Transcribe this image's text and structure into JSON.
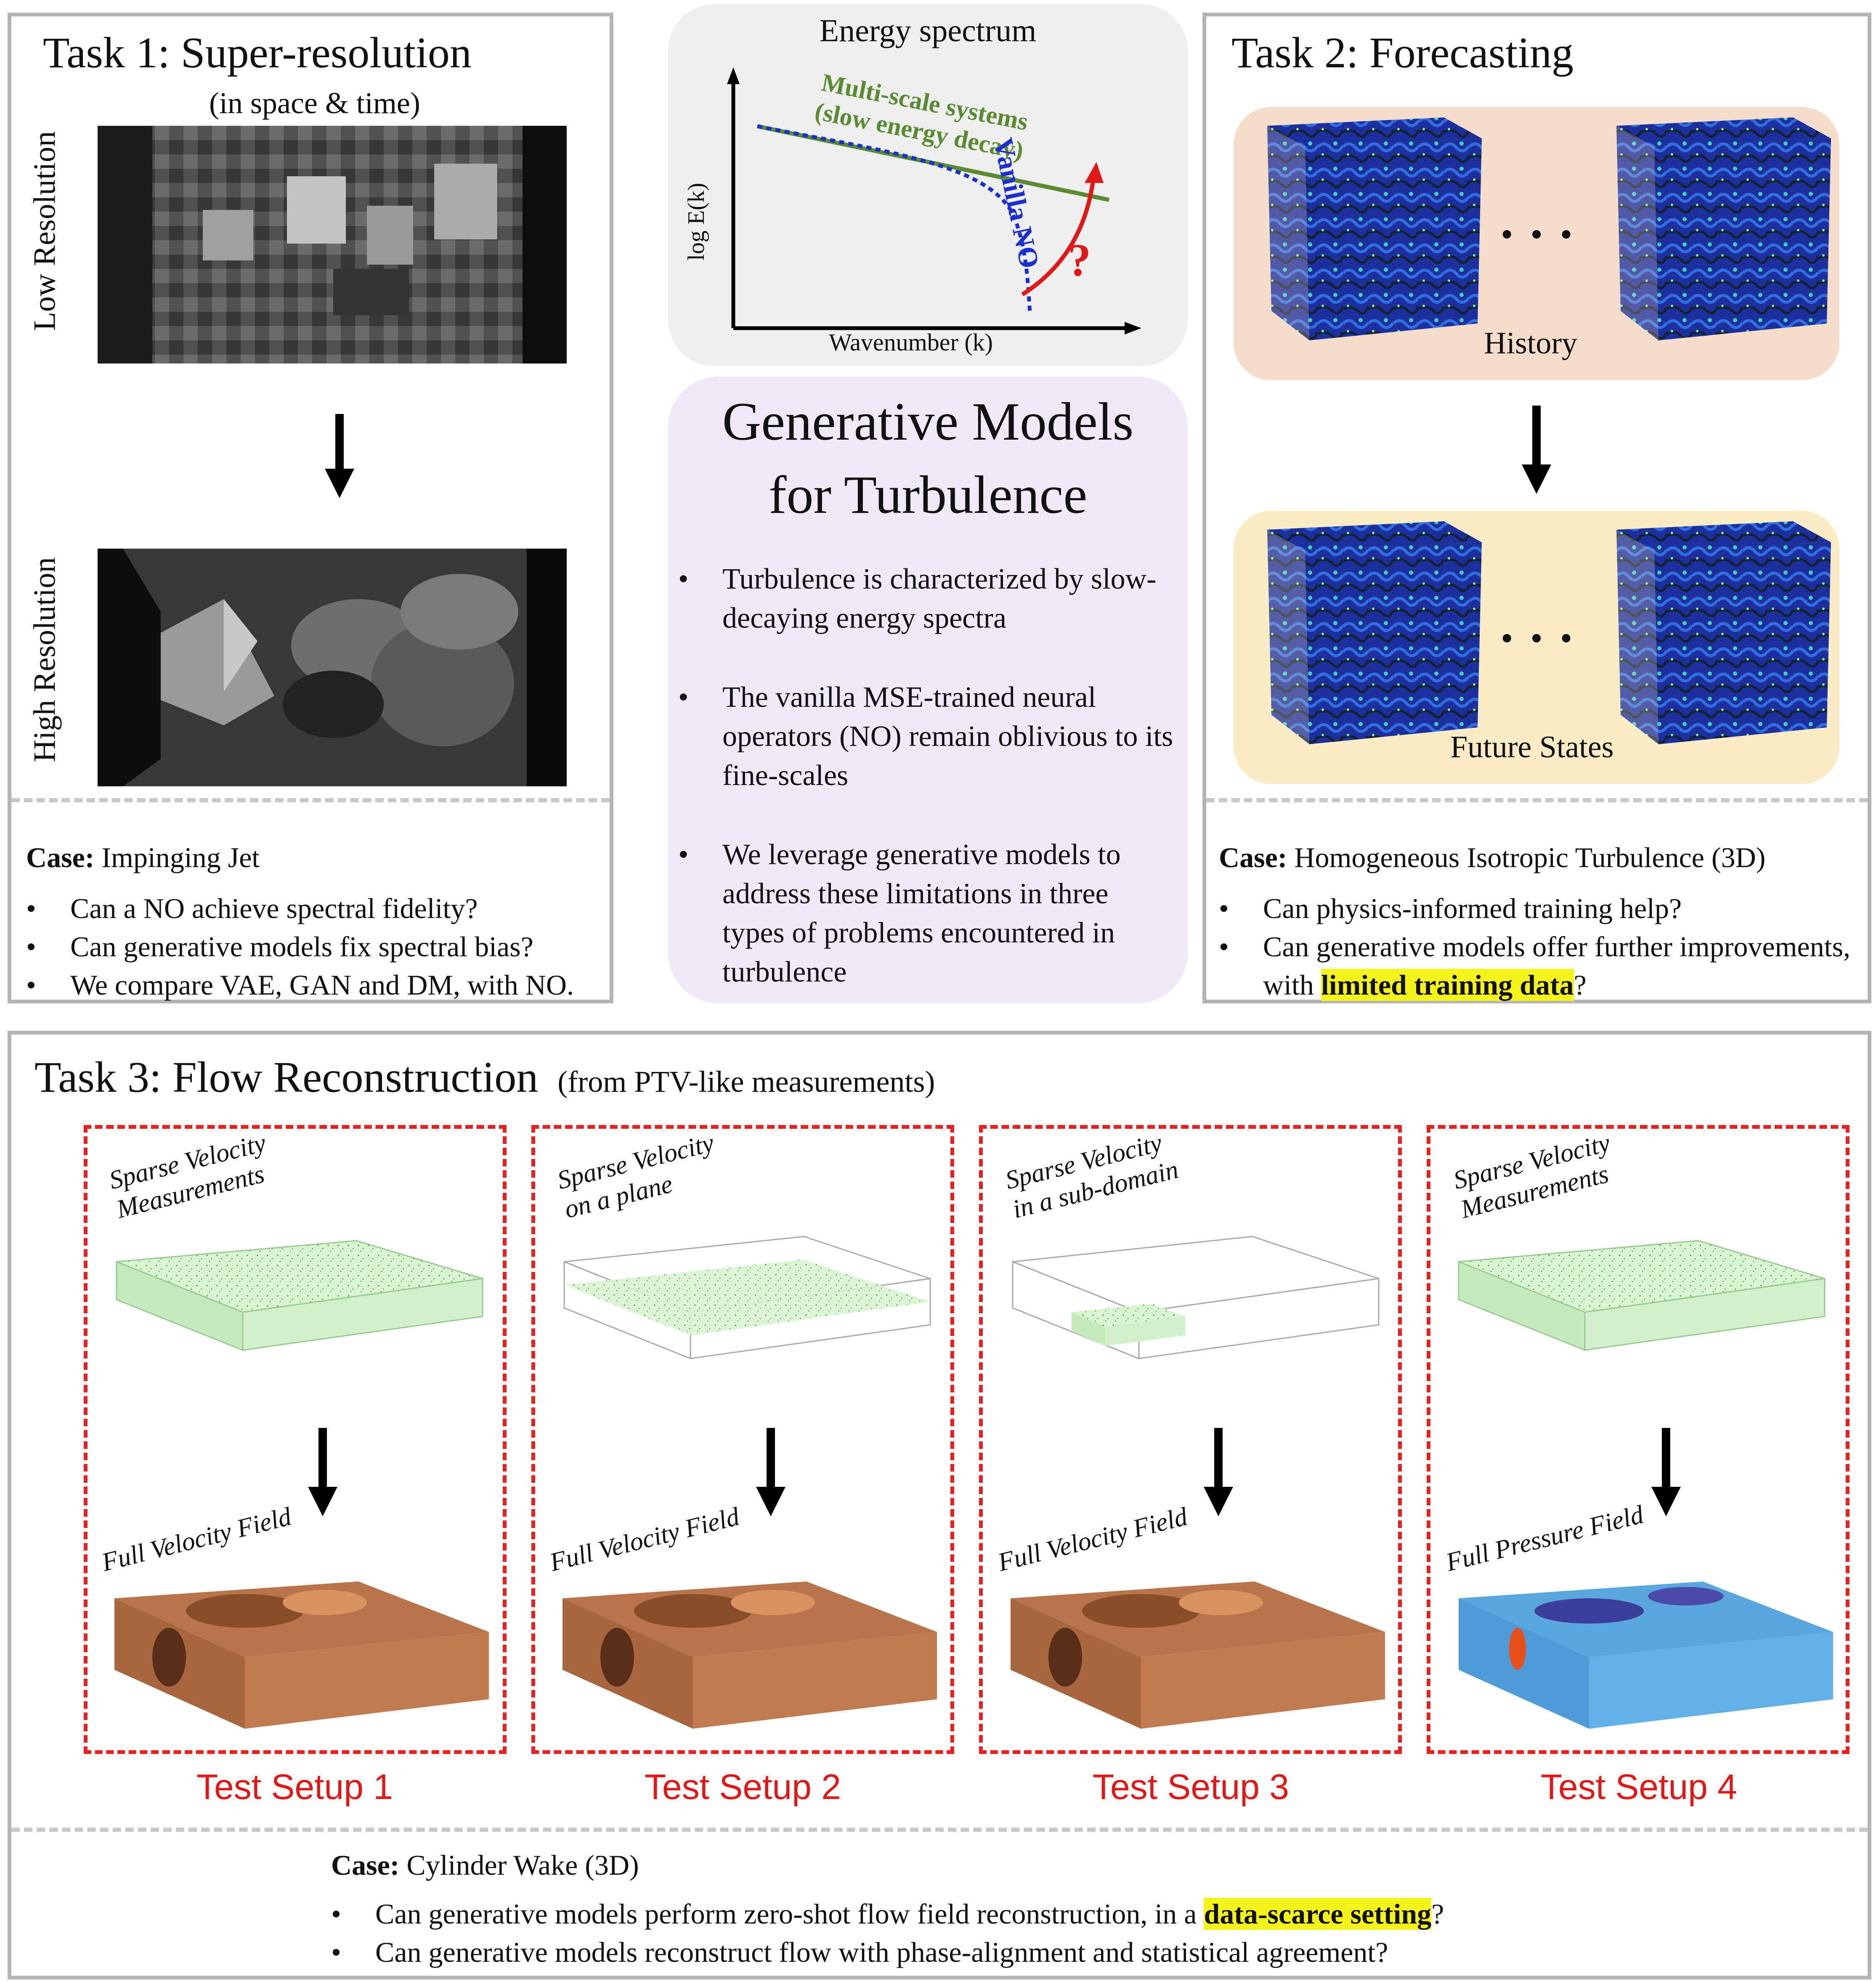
{
  "task1": {
    "title": "Task 1: Super-resolution",
    "subtitle": "(in space & time)",
    "low_label": "Low Resolution",
    "high_label": "High Resolution",
    "case_prefix": "Case:",
    "case_name": " Impinging Jet",
    "bullets": [
      "Can a NO achieve spectral fidelity?",
      "Can generative models fix spectral bias?",
      "We compare VAE, GAN and DM, with NO."
    ]
  },
  "spectrum": {
    "title": "Energy spectrum",
    "ylabel": "log E(k)",
    "xlabel": "Wavenumber (k)",
    "green_label_1": "Multi-scale systems",
    "green_label_2": "(slow energy decay)",
    "blue_label": "Vanilla NO",
    "question": "?",
    "green_color": "#5a8a32",
    "blue_color": "#1a2fd0",
    "red_color": "#e01818"
  },
  "center": {
    "title_1": "Generative Models",
    "title_2": "for Turbulence",
    "bullets": [
      "Turbulence is characterized by slow-decaying energy spectra",
      "The vanilla MSE-trained neural operators (NO) remain oblivious to its fine-scales",
      "We leverage generative models to address these limitations in three types of problems encountered in turbulence"
    ]
  },
  "task2": {
    "title": "Task 2: Forecasting",
    "history_label": "History",
    "future_label": "Future States",
    "ellipsis": "• • •",
    "case_prefix": "Case:",
    "case_name": " Homogeneous Isotropic Turbulence (3D)",
    "bullet_1": "Can physics-informed training help?",
    "bullet_2_pre": "Can generative models offer further improvements, with ",
    "bullet_2_hl": "limited training data",
    "bullet_2_post": "?"
  },
  "task3": {
    "title": "Task 3: Flow Reconstruction",
    "subtitle": "(from PTV-like measurements)",
    "setups": [
      {
        "top_1": "Sparse Velocity",
        "top_2": "Measurements",
        "bottom": "Full Velocity Field",
        "label": "Test Setup 1"
      },
      {
        "top_1": "Sparse Velocity",
        "top_2": "on a plane",
        "bottom": "Full Velocity Field",
        "label": "Test Setup 2"
      },
      {
        "top_1": "Sparse Velocity",
        "top_2": "in a sub-domain",
        "bottom": "Full Velocity Field",
        "label": "Test Setup 3"
      },
      {
        "top_1": "Sparse Velocity",
        "top_2": "Measurements",
        "bottom": "Full Pressure Field",
        "label": "Test Setup 4"
      }
    ],
    "case_prefix": "Case:",
    "case_name": " Cylinder Wake (3D)",
    "bullet_1_pre": "Can generative models perform zero-shot flow field reconstruction, in a ",
    "bullet_1_hl": "data-scarce setting",
    "bullet_1_post": "?",
    "bullet_2": "Can generative models reconstruct flow with phase-alignment and statistical agreement?"
  }
}
